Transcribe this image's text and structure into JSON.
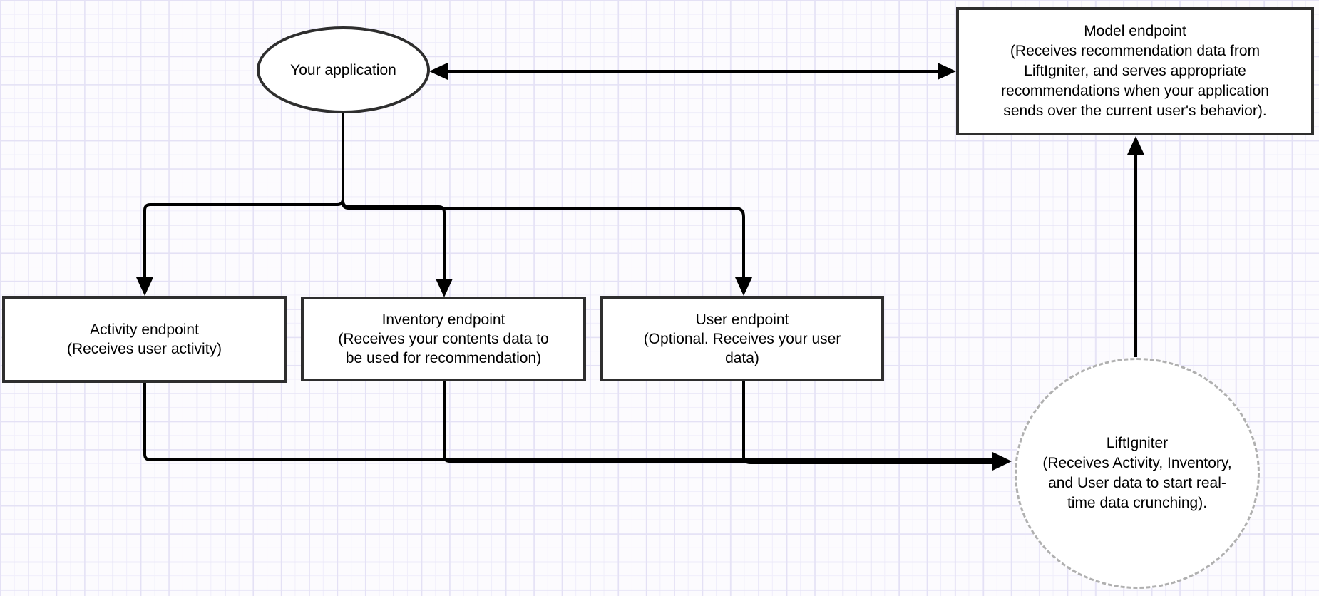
{
  "canvas": {
    "background_color": "#fcfbfe",
    "grid_minor_color": "#f0eefb",
    "grid_major_color": "#e4e1f5"
  },
  "colors": {
    "connector": "#000000",
    "shape_border": "#2e2e2e",
    "shape_fill": "#ffffff",
    "dashed_circle_border": "#b0b0b0",
    "text": "#000000"
  },
  "nodes": {
    "application": {
      "shape": "ellipse",
      "label": "Your application"
    },
    "model_endpoint": {
      "shape": "rectangle",
      "title": "Model endpoint",
      "description": "(Receives recommendation data from\nLiftIgniter, and serves appropriate\nrecommendations when your application\nsends over the current user's behavior)."
    },
    "activity_endpoint": {
      "shape": "rectangle",
      "title": "Activity endpoint",
      "description": "(Receives user activity)"
    },
    "inventory_endpoint": {
      "shape": "rectangle",
      "title": "Inventory endpoint",
      "description": "(Receives your contents data to\nbe used for recommendation)"
    },
    "user_endpoint": {
      "shape": "rectangle",
      "title": "User endpoint",
      "description": "(Optional. Receives your user\ndata)"
    },
    "liftigniter": {
      "shape": "dashed-circle",
      "title": "LiftIgniter",
      "description": "(Receives Activity, Inventory,\nand User data to start real-\ntime data crunching)."
    }
  },
  "edges": [
    {
      "from": "application",
      "to": "model_endpoint",
      "direction": "bidirectional"
    },
    {
      "from": "application",
      "to": "activity_endpoint",
      "direction": "one-way"
    },
    {
      "from": "application",
      "to": "inventory_endpoint",
      "direction": "one-way"
    },
    {
      "from": "application",
      "to": "user_endpoint",
      "direction": "one-way"
    },
    {
      "from": "activity_endpoint",
      "to": "liftigniter",
      "direction": "one-way"
    },
    {
      "from": "inventory_endpoint",
      "to": "liftigniter",
      "direction": "one-way"
    },
    {
      "from": "user_endpoint",
      "to": "liftigniter",
      "direction": "one-way"
    },
    {
      "from": "liftigniter",
      "to": "model_endpoint",
      "direction": "one-way"
    }
  ]
}
